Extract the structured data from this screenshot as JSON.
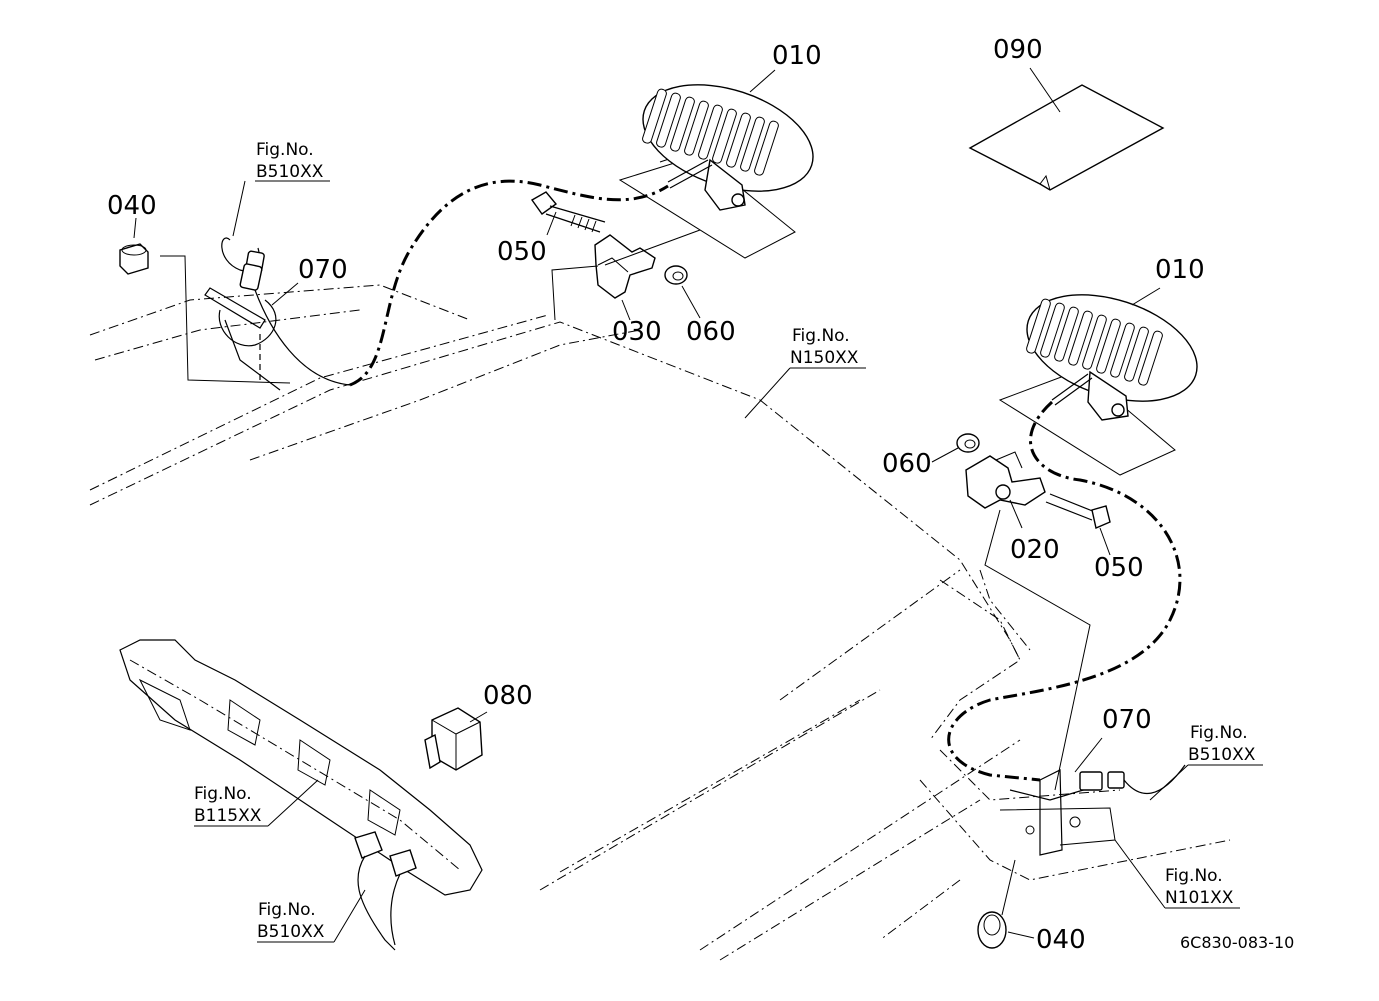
{
  "labels": {
    "p010_top": "010",
    "p010_right": "010",
    "p090": "090",
    "p040_left": "040",
    "p040_bottom": "040",
    "p070_left": "070",
    "p070_right": "070",
    "p050_left": "050",
    "p050_right": "050",
    "p030": "030",
    "p060_left": "060",
    "p060_right": "060",
    "p020": "020",
    "p080": "080"
  },
  "fig_refs": {
    "b510_top": {
      "title": "Fig.No.",
      "code": "B510XX"
    },
    "n150": {
      "title": "Fig.No.",
      "code": "N150XX"
    },
    "b510_right": {
      "title": "Fig.No.",
      "code": "B510XX"
    },
    "n101": {
      "title": "Fig.No.",
      "code": "N101XX"
    },
    "b115": {
      "title": "Fig.No.",
      "code": "B115XX"
    },
    "b510_bottom": {
      "title": "Fig.No.",
      "code": "B510XX"
    }
  },
  "drawing_ref": "6C830-083-10"
}
